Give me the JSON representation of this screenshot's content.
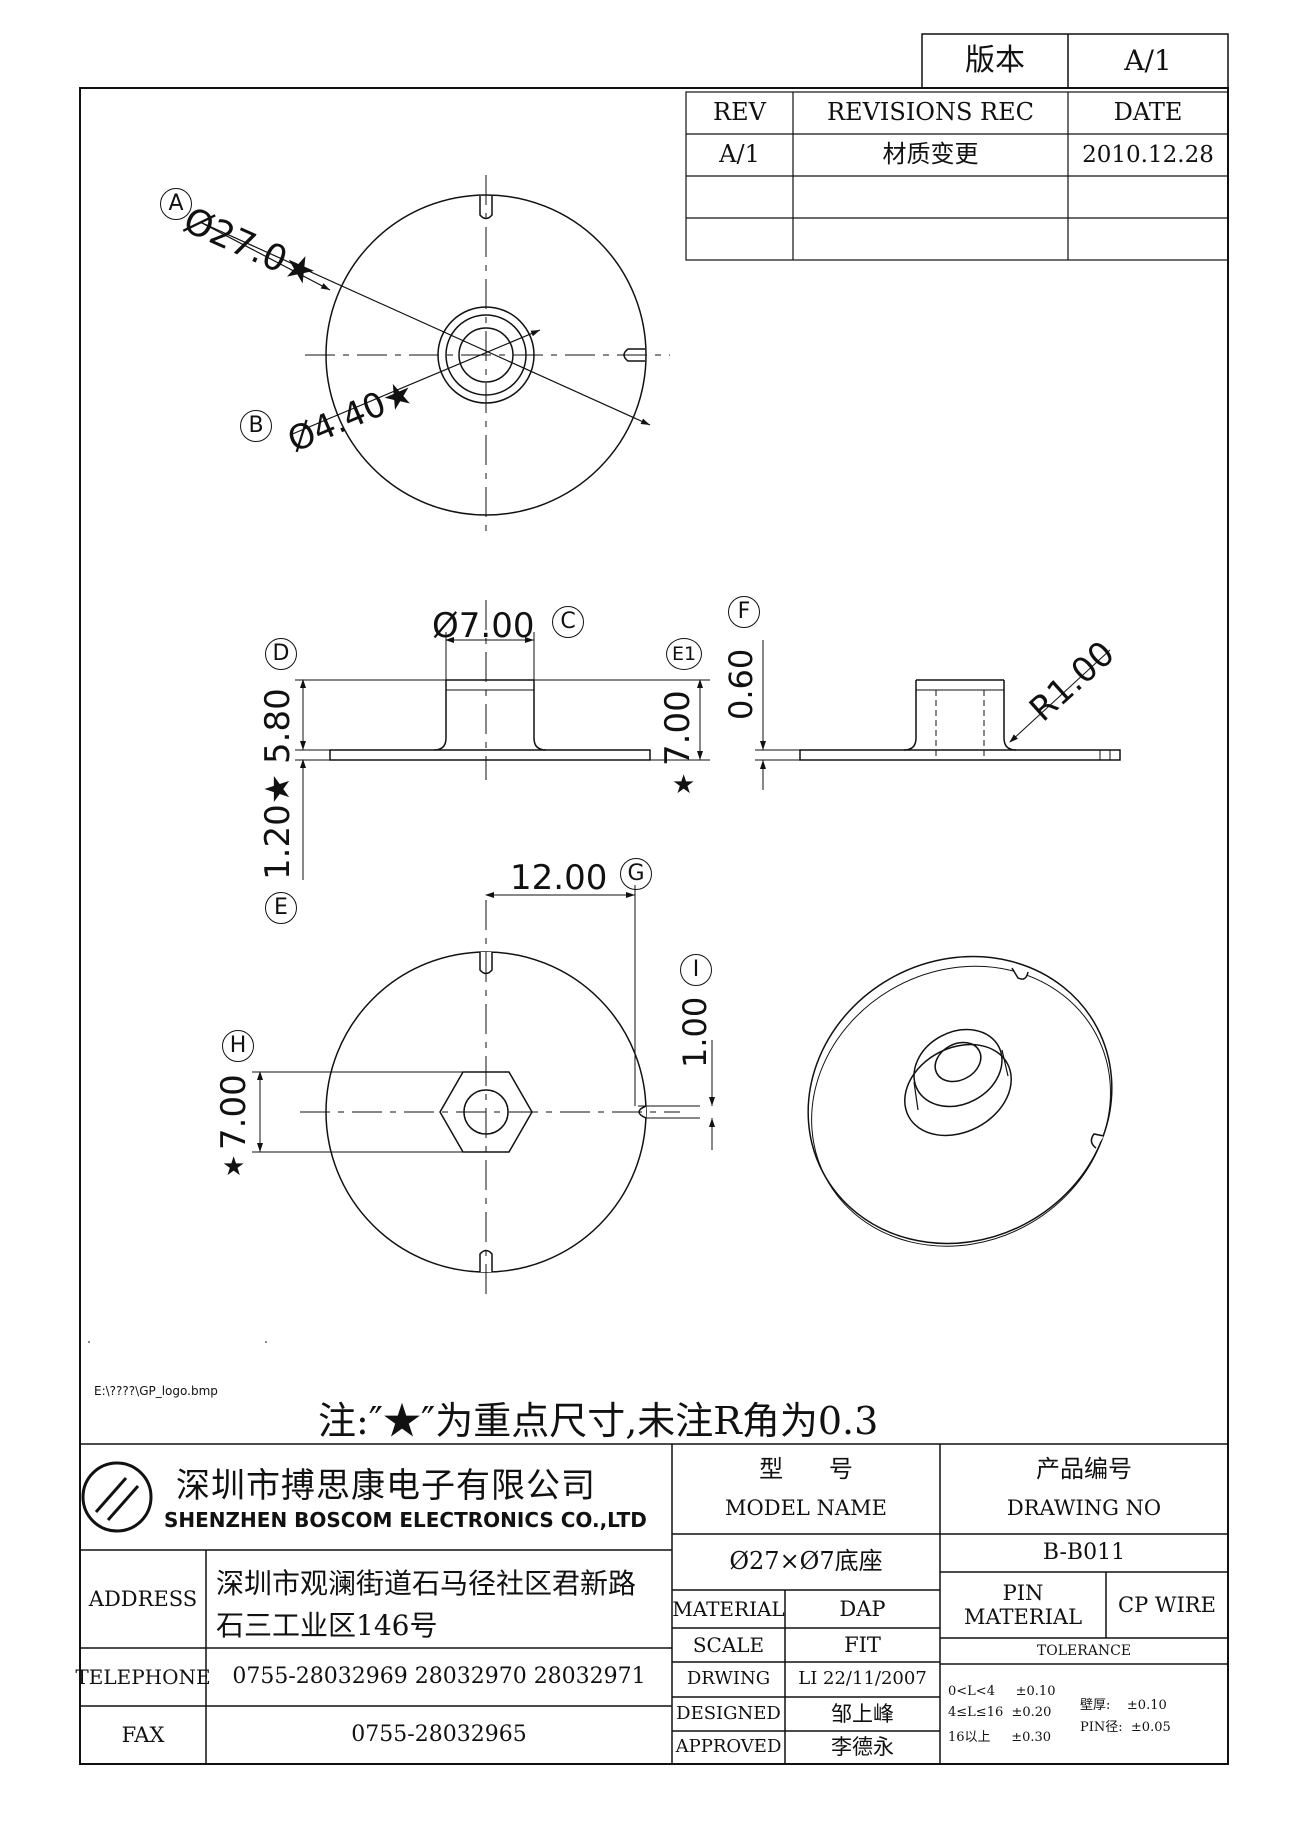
{
  "version_box": {
    "label": "版本",
    "value": "A/1"
  },
  "revisions": {
    "headers": [
      "REV",
      "REVISIONS REC",
      "DATE"
    ],
    "rows": [
      [
        "A/1",
        "材质变更",
        "2010.12.28"
      ]
    ]
  },
  "drawing": {
    "callouts": {
      "A": {
        "mark": "A",
        "text": "Ø27.0★"
      },
      "B": {
        "mark": "B",
        "text": "Ø4.40★"
      },
      "C": {
        "mark": "C",
        "text": "Ø7.00"
      },
      "D": {
        "mark": "D",
        "text": "5.80"
      },
      "E": {
        "mark": "E",
        "text": "1.20★"
      },
      "E1": {
        "mark": "E1",
        "text": "7.00"
      },
      "F": {
        "mark": "F",
        "text": "0.60"
      },
      "G": {
        "mark": "G",
        "text": "12.00"
      },
      "H": {
        "mark": "H",
        "text": "7.00"
      },
      "I": {
        "mark": "I",
        "text": "1.00"
      },
      "R": "R1.00",
      "star": "★"
    },
    "logo_path": "E:\\????\\GP_logo.bmp"
  },
  "note": "注:″★″为重点尺寸,未注R角为0.3",
  "title_block": {
    "company_cn": "深圳市搏思康电子有限公司",
    "company_en": "SHENZHEN BOSCOM ELECTRONICS CO.,LTD",
    "address_label": "ADDRESS",
    "address_line1": "深圳市观澜街道石马径社区君新路",
    "address_line2": "石三工业区146号",
    "telephone_label": "TELEPHONE",
    "telephone": "0755-28032969 28032970 28032971",
    "fax_label": "FAX",
    "fax": "0755-28032965",
    "model_label_cn": "型      号",
    "model_label_en": "MODEL NAME",
    "model_value": "Ø27×Ø7底座",
    "drawing_no_label_cn": "产品编号",
    "drawing_no_label_en": "DRAWING NO",
    "drawing_no": "B-B011",
    "material_label": "MATERIAL",
    "material": "DAP",
    "pin_material_label": "PIN\nMATERIAL",
    "pin_material": "CP WIRE",
    "scale_label": "SCALE",
    "scale": "FIT",
    "tolerance_label": "TOLERANCE",
    "drwing_label": "DRWING",
    "drwing": "LI 22/11/2007",
    "designed_label": "DESIGNED",
    "designed": "邹上峰",
    "approved_label": "APPROVED",
    "approved": "李德永",
    "tol_1": "0<L<4     ±0.10",
    "tol_2": "4≤L≤16  ±0.20",
    "tol_3": "16以上     ±0.30",
    "tol_wall": "壁厚:    ±0.10",
    "tol_pin": "PIN径:  ±0.05"
  }
}
